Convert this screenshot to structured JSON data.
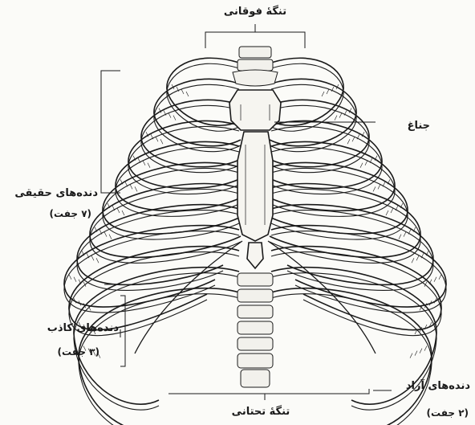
{
  "labels": {
    "superior_aperture": "تنگهٔ فوقانی",
    "sternum": "جناغ",
    "true_ribs": "دنده‌های حقیقی",
    "true_ribs_count": "(۷ جفت)",
    "false_ribs": "دنده‌های کاذب",
    "false_ribs_count": "(۳ جفت)",
    "floating_ribs": "دنده‌های آزاد",
    "floating_ribs_count": "(۲ جفت)",
    "inferior_aperture": "تنگهٔ تحتانی"
  },
  "colors": {
    "ink": "#1a1a1a",
    "background": "#fbfbf8"
  }
}
